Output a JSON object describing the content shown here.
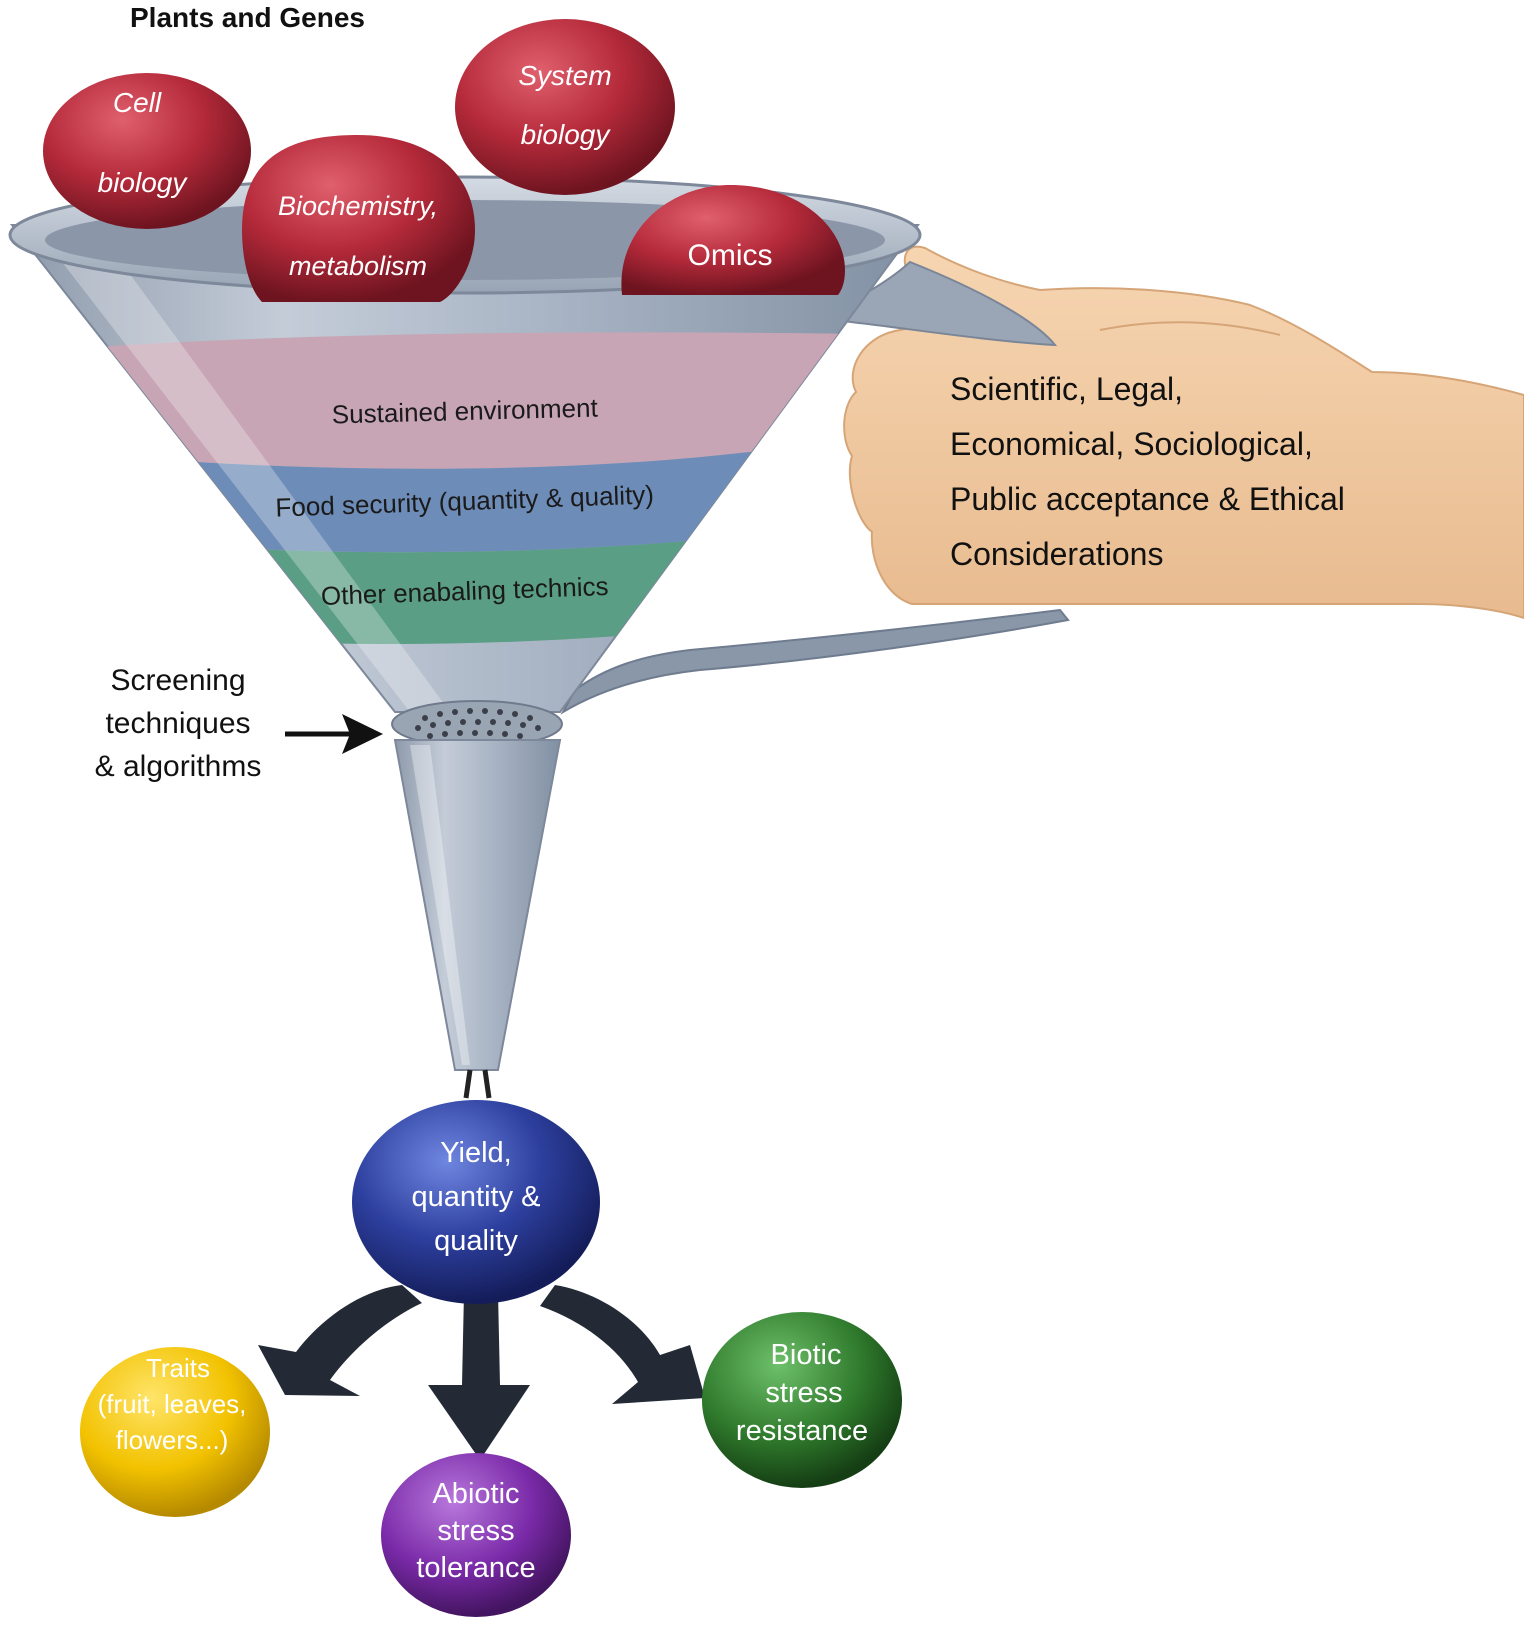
{
  "title": "Plants and Genes",
  "inputs": [
    {
      "lines": [
        "Cell",
        "biology"
      ]
    },
    {
      "lines": [
        "System",
        "biology"
      ]
    },
    {
      "lines": [
        "Biochemistry,",
        "metabolism"
      ]
    },
    {
      "lines": [
        "Omics"
      ]
    }
  ],
  "funnel_bands": [
    {
      "label": "Sustained environment"
    },
    {
      "label": "Food security (quantity & quality)"
    },
    {
      "label": "Other enabaling technics"
    }
  ],
  "considerations": {
    "lines": [
      "Scientific, Legal,",
      "Economical, Sociological,",
      "Public acceptance & Ethical",
      "Considerations"
    ]
  },
  "screening": {
    "lines": [
      "Screening",
      "techniques",
      "& algorithms"
    ]
  },
  "outcome": {
    "lines": [
      "Yield,",
      "quantity &",
      "quality"
    ]
  },
  "branches": [
    {
      "lines": [
        "Traits",
        "(fruit, leaves,",
        "flowers...)"
      ],
      "color": "#f2c200"
    },
    {
      "lines": [
        "Abiotic",
        "stress",
        "tolerance"
      ],
      "color": "#7a2aa8"
    },
    {
      "lines": [
        "Biotic",
        "stress",
        "resistance"
      ],
      "color": "#2f7a2c"
    }
  ],
  "colors": {
    "input_ball": "#b52a3a",
    "funnel": "#a8b4c4",
    "band_environment": "#c7a5b4",
    "band_food": "#6d8cb8",
    "band_other": "#5a9e86",
    "outcome_ball": "#2d3f9e",
    "hand": "#f0c9a1"
  }
}
